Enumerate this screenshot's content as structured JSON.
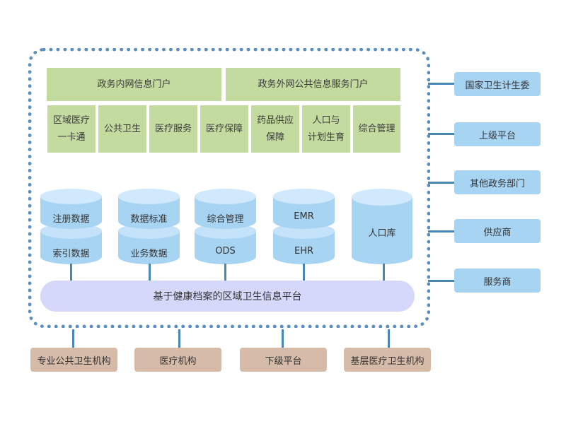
{
  "colors": {
    "portal_green": "#c4dba0",
    "cylinder_blue": "#a8d4f4",
    "cylinder_top": "#d0e9fc",
    "platform_lavender": "#d5d8fb",
    "external_blue": "#a8d4f4",
    "lower_tan": "#d6bba8",
    "connector": "#4a86b4",
    "dotted_border": "#5b8fc0"
  },
  "portals": [
    {
      "label": "政务内网信息门户"
    },
    {
      "label": "政务外网公共信息服务门户"
    }
  ],
  "applications": [
    {
      "line1": "区域医疗",
      "line2": "一卡通"
    },
    {
      "line1": "公共卫生",
      "line2": ""
    },
    {
      "line1": "医疗服务",
      "line2": ""
    },
    {
      "line1": "医疗保障",
      "line2": ""
    },
    {
      "line1": "药品供应",
      "line2": "保障"
    },
    {
      "line1": "人口与",
      "line2": "计划生育"
    },
    {
      "line1": "综合管理",
      "line2": ""
    }
  ],
  "databases": [
    {
      "top": "注册数据",
      "bottom": "索引数据"
    },
    {
      "top": "数据标准",
      "bottom": "业务数据"
    },
    {
      "top": "综合管理",
      "bottom": "ODS"
    },
    {
      "top": "EMR",
      "bottom": "EHR"
    },
    {
      "single": "人口库"
    }
  ],
  "platform": {
    "label": "基于健康档案的区域卫生信息平台"
  },
  "external_right": [
    {
      "label": "国家卫生计生委"
    },
    {
      "label": "上级平台"
    },
    {
      "label": "其他政务部门"
    },
    {
      "label": "供应商"
    },
    {
      "label": "服务商"
    }
  ],
  "external_bottom": [
    {
      "label": "专业公共卫生机构"
    },
    {
      "label": "医疗机构"
    },
    {
      "label": "下级平台"
    },
    {
      "label": "基层医疗卫生机构"
    }
  ]
}
